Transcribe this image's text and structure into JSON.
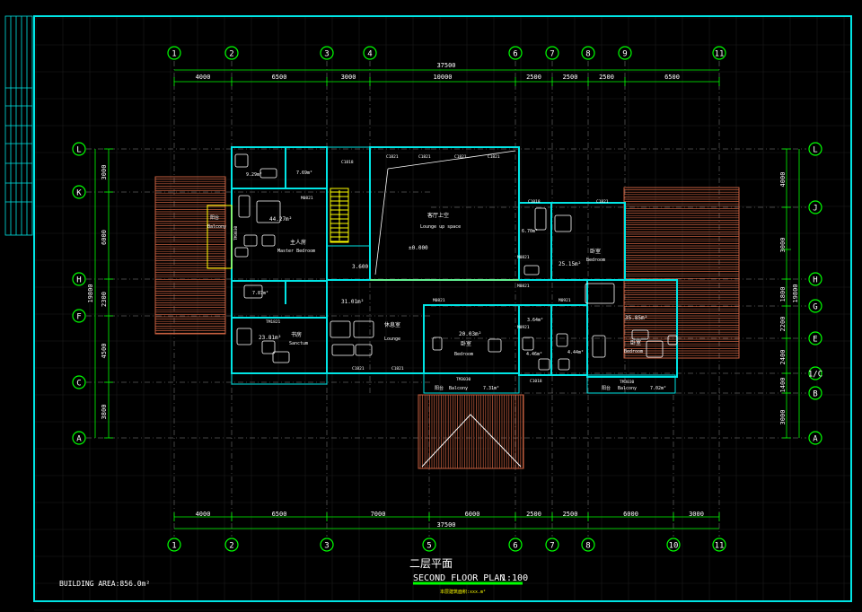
{
  "drawing": {
    "title_cn": "二层平面",
    "title_en": "SECOND FLOOR PLAN",
    "scale": "1:100",
    "building_area": "BUILDING AREA:856.0m²",
    "subnote": "本层建筑面积:xxx.m²"
  },
  "axes": {
    "top_labels": [
      "1",
      "2",
      "3",
      "4",
      "6",
      "7",
      "8",
      "9",
      "11"
    ],
    "bottom_labels": [
      "1",
      "2",
      "3",
      "5",
      "6",
      "7",
      "8",
      "10",
      "11"
    ],
    "left_labels": [
      "L",
      "K",
      "H",
      "F",
      "C",
      "A"
    ],
    "right_labels": [
      "L",
      "J",
      "H",
      "G",
      "E",
      "1/C",
      "B",
      "A"
    ]
  },
  "dimensions": {
    "top_total": "37500",
    "top_segments": [
      "4000",
      "6500",
      "3000",
      "10000",
      "2500",
      "2500",
      "2500",
      "6500"
    ],
    "bottom_total": "37500",
    "bottom_segments": [
      "4000",
      "6500",
      "7000",
      "6000",
      "2500",
      "2500",
      "6000",
      "3000"
    ],
    "left_total": "19800",
    "left_segments": [
      "3000",
      "6000",
      "2300",
      "4500",
      "3800"
    ],
    "right_total": "19800",
    "right_segments": [
      "4000",
      "3000",
      "1800",
      "2200",
      "2400",
      "1400",
      "3000"
    ]
  },
  "rooms": [
    {
      "name_cn": "主人房",
      "name_en": "Master Bedroom",
      "area": "44.27m²"
    },
    {
      "name_cn": "阳台",
      "name_en": "Balcony",
      "area": ""
    },
    {
      "name_cn": "书房",
      "name_en": "Sanctum",
      "area": "23.81m²"
    },
    {
      "name_cn": "休息室",
      "name_en": "Lounge",
      "area": "31.01m²"
    },
    {
      "name_cn": "客厅上空",
      "name_en": "Lounge up space",
      "area": ""
    },
    {
      "name_cn": "卧室",
      "name_en": "Bedroom",
      "area": "20.03m²"
    },
    {
      "name_cn": "卧室",
      "name_en": "Bedroom",
      "area": "25.15m²"
    },
    {
      "name_cn": "卧室",
      "name_en": "Bedroom",
      "area": "35.85m²"
    },
    {
      "name_cn": "阳台",
      "name_en": "Balcony",
      "area": "7.31m²"
    },
    {
      "name_cn": "阳台",
      "name_en": "Balcony",
      "area": "7.02m²"
    }
  ],
  "small_areas": [
    "9.29m²",
    "7.69m²",
    "7.87m²",
    "6.70m²",
    "3.64m²",
    "4.46m²",
    "4.44m²"
  ],
  "tags": [
    "C1818",
    "C1821",
    "C1821",
    "C1821",
    "C1821",
    "M0821",
    "M0821",
    "M0821",
    "M0821",
    "M0921",
    "M0921",
    "TM1821",
    "TM3030",
    "TM3030",
    "TM3030",
    "C1018",
    "C1018",
    "C1821",
    "C1821",
    "C1821"
  ],
  "level_marks": [
    "±0.000",
    "3.600"
  ],
  "colors": {
    "frame": "#00e5e5",
    "walls": "#00e5e5",
    "axis_bubble": "#00ff00",
    "roof": "#c86040",
    "furniture": "#ffffff",
    "stair": "#ffff00"
  }
}
